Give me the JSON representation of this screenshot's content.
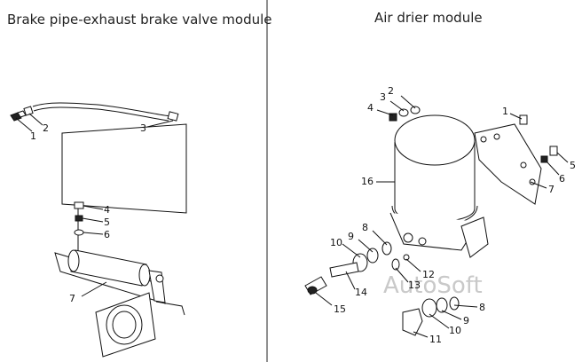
{
  "titles": {
    "left": "Brake pipe-exhaust brake valve module",
    "right": "Air drier module"
  },
  "watermark": "AutoSoft",
  "left_callouts": [
    "1",
    "2",
    "3",
    "4",
    "5",
    "6",
    "7"
  ],
  "right_callouts": [
    "1",
    "2",
    "3",
    "4",
    "5",
    "6",
    "7",
    "8",
    "9",
    "10",
    "11",
    "12",
    "13",
    "14",
    "15",
    "16",
    "8",
    "9",
    "10"
  ]
}
